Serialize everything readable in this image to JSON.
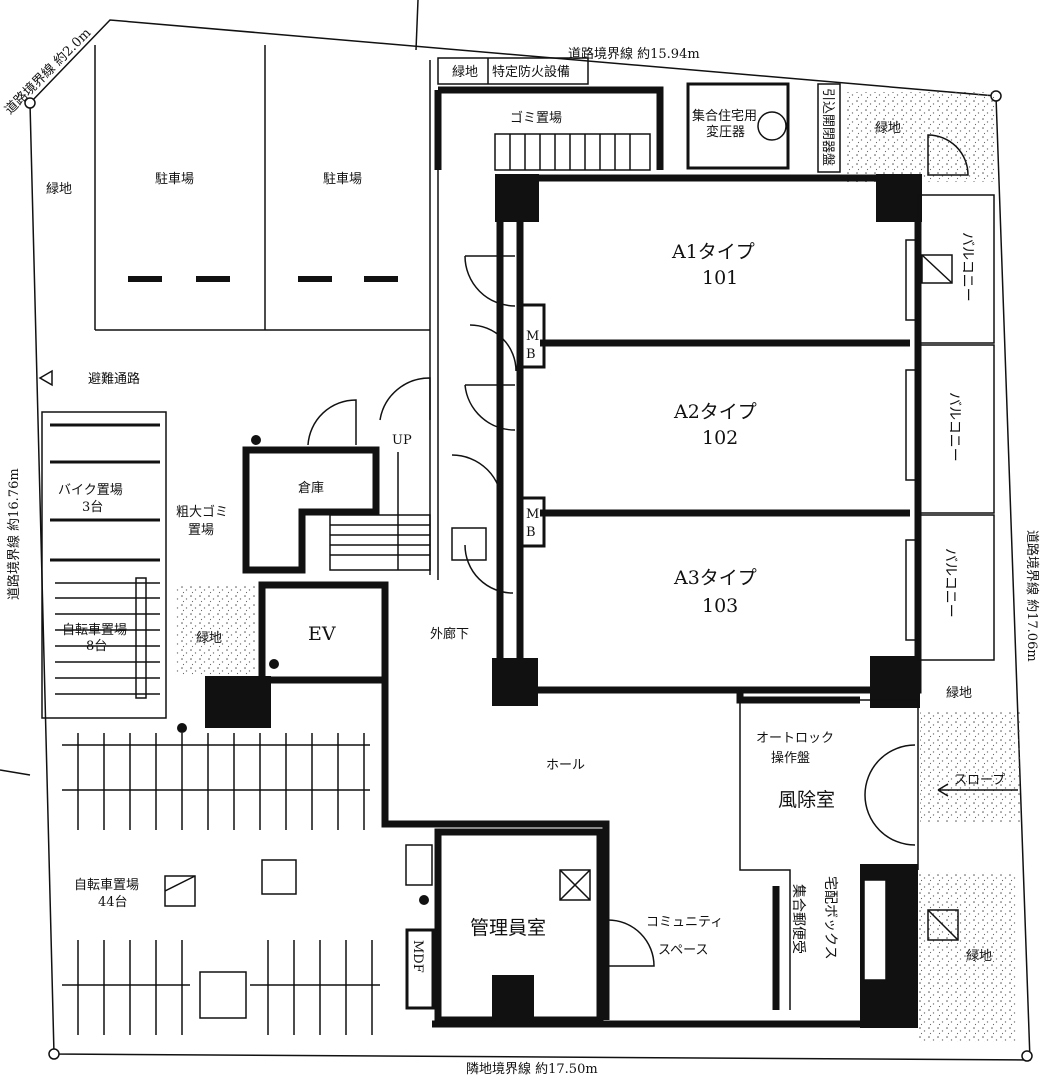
{
  "boundary": {
    "top": "道路境界線 約15.94m",
    "top_left": "道路境界線 約2.0m",
    "left": "道路境界線 約16.76m",
    "right": "道路境界線 約17.06m",
    "bottom": "隣地境界線 約17.50m"
  },
  "labels": {
    "green_top_a": "緑地",
    "fire_hydrant": "特定防火設備",
    "garbage": "ゴミ置場",
    "transformer_1": "集合住宅用",
    "transformer_2": "変圧器",
    "lead_in": "引込開閉器盤",
    "green_top_b": "緑地",
    "green_left": "緑地",
    "parking_1": "駐車場",
    "parking_2": "駐車場",
    "evac": "避難通路",
    "bike_1": "バイク置場",
    "bike_2": "3台",
    "bulky_1": "粗大ゴミ",
    "bulky_2": "置場",
    "storage": "倉庫",
    "up": "UP",
    "bicycle_1": "自転車置場",
    "bicycle_2": "8台",
    "green_mid": "緑地",
    "ev": "EV",
    "corridor": "外廊下",
    "hall": "ホール",
    "autolock_1": "オートロック",
    "autolock_2": "操作盤",
    "windbreak": "風除室",
    "slope": "スロープ",
    "green_right": "緑地",
    "green_bottom_right": "緑地",
    "bicycle_big_1": "自転車置場",
    "bicycle_big_2": "44台",
    "mdf": "MDF",
    "manager": "管理員室",
    "community_1": "コミュニティ",
    "community_2": "スペース",
    "mailbox": "集合郵便受",
    "delivery": "宅配ボックス",
    "mb1_a": "M",
    "mb1_b": "B",
    "mb2_a": "M",
    "mb2_b": "B"
  },
  "units": [
    {
      "type": "A1タイプ",
      "number": "101",
      "balcony": "バルコニー"
    },
    {
      "type": "A2タイプ",
      "number": "102",
      "balcony": "バルコニー"
    },
    {
      "type": "A3タイプ",
      "number": "103",
      "balcony": "バルコニー"
    }
  ]
}
